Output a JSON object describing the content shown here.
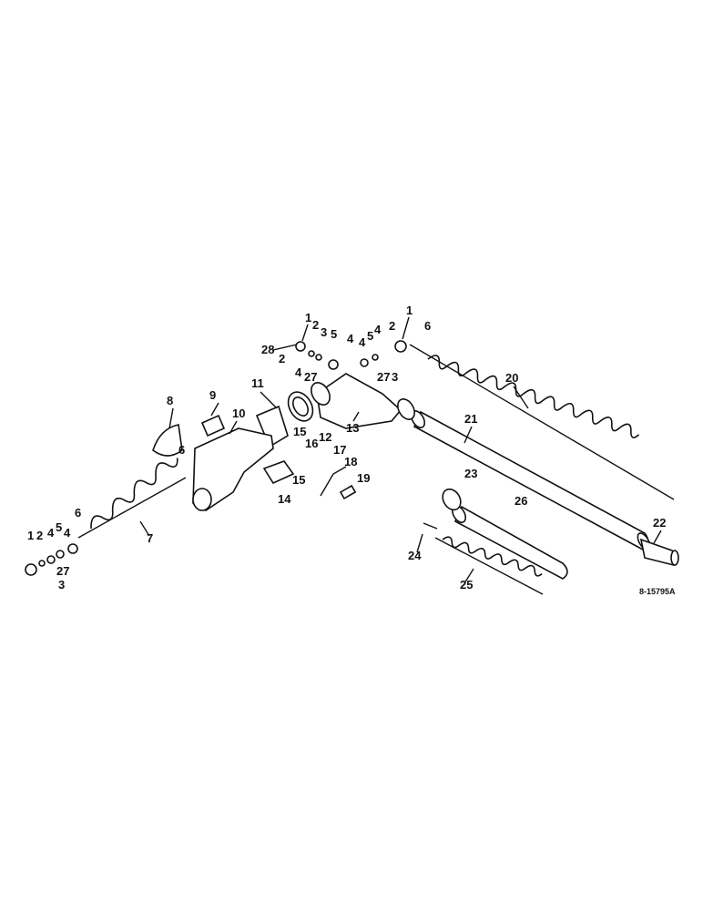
{
  "drawing_number": "8-15795A",
  "callouts": [
    {
      "id": "c1",
      "text": "1"
    },
    {
      "id": "c2",
      "text": "2"
    },
    {
      "id": "c3",
      "text": "3"
    },
    {
      "id": "c4",
      "text": "4"
    },
    {
      "id": "c5",
      "text": "5"
    },
    {
      "id": "c6",
      "text": "6"
    },
    {
      "id": "c27",
      "text": "27"
    },
    {
      "id": "c7",
      "text": "7"
    },
    {
      "id": "c8",
      "text": "8"
    },
    {
      "id": "c9",
      "text": "9"
    },
    {
      "id": "c10",
      "text": "10"
    },
    {
      "id": "c11",
      "text": "11"
    },
    {
      "id": "c12",
      "text": "12"
    },
    {
      "id": "c13",
      "text": "13"
    },
    {
      "id": "c14",
      "text": "14"
    },
    {
      "id": "c15",
      "text": "15"
    },
    {
      "id": "c16",
      "text": "16"
    },
    {
      "id": "c17",
      "text": "17"
    },
    {
      "id": "c18",
      "text": "18"
    },
    {
      "id": "c19",
      "text": "19"
    },
    {
      "id": "c20",
      "text": "20"
    },
    {
      "id": "c21",
      "text": "21"
    },
    {
      "id": "c22",
      "text": "22"
    },
    {
      "id": "c23",
      "text": "23"
    },
    {
      "id": "c24",
      "text": "24"
    },
    {
      "id": "c25",
      "text": "25"
    },
    {
      "id": "c26",
      "text": "26"
    },
    {
      "id": "c28",
      "text": "28"
    }
  ]
}
